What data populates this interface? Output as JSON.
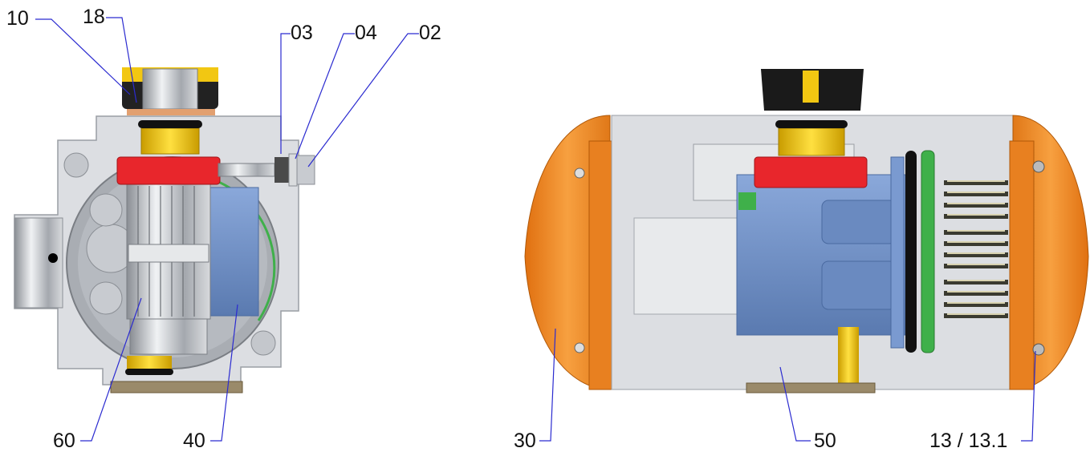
{
  "figure": {
    "callouts": {
      "c10": "10",
      "c18": "18",
      "c03": "03",
      "c04": "04",
      "c02": "02",
      "c60": "60",
      "c40": "40",
      "c30": "30",
      "c50": "50",
      "c13": "13 / 13.1"
    }
  },
  "colors": {
    "leader_line": "#2b2bd0",
    "housing": "#dcdee2",
    "housing_dark": "#b8bcc2",
    "orange_cap": "#f08a22",
    "red_ring": "#e8262c",
    "yellow": "#f2c712",
    "blue_piston": "#6d8ec4",
    "black_knob": "#1a1a1a",
    "green": "#3fb04a",
    "bronze": "#9a8a6a",
    "spring": "#3a3a30"
  }
}
